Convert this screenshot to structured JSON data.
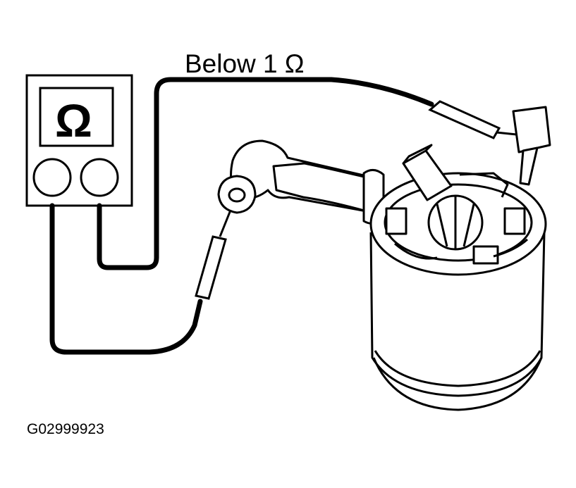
{
  "meter": {
    "display_symbol": "Ω",
    "icon": "ohmmeter-icon"
  },
  "labels": {
    "reading": "Below 1 Ω",
    "figure_code": "G02999923"
  },
  "colors": {
    "ink": "#000000",
    "paper": "#ffffff"
  }
}
